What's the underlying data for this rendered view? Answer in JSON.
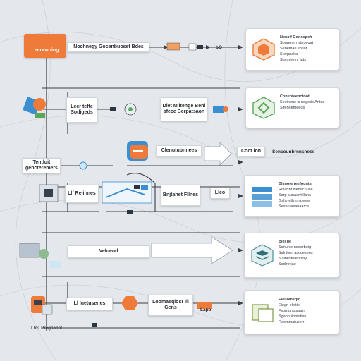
{
  "rows": [
    {
      "label_top": "Lecrawuing",
      "mid_box": "Nochnegy Gocenbuoset Bdes",
      "small_label": "bO",
      "card_lines": [
        "Nexolf Gonnepeh",
        "Sonrenen nbruegat",
        "Sehemae sotiat",
        "Sterpnalta",
        "Sqvrnhemr lats"
      ]
    },
    {
      "left_box": "Lecr tefte Sodigeds",
      "mid_box": "Diet Miltenge Benl sfece Berpatsaon",
      "card_lines": [
        "Conenteenctoot",
        "Seeinens is nagetie Antue",
        "Slfennemeeds"
      ]
    },
    {
      "left_box": "Tentluit gencteremers",
      "mid_box": "Clenutubnnees",
      "small_label": "Coct ion",
      "card_label": "Sencounbrnnsness"
    },
    {
      "left_box": "Llf Relinnes",
      "mid_box": "Bnjtahet Fllnes",
      "small_label": "Lleo",
      "card_lines": [
        "Blsnote reefounts",
        "Roiartnt Nemtcuuse",
        "Sorp sunaent Ilans",
        "Gsfsneth nntpesie",
        "Sesnruesanaarce"
      ]
    },
    {
      "mid_box": "Velnend",
      "card_lines": [
        "Blei ue",
        "Sanunie nooarbeig",
        "Salnitvnl ascueseos",
        "S lilnesteten tiny",
        "Sedinr iae"
      ]
    },
    {
      "left_box": "Ll luetusenes",
      "mid_box": "Loomasqiosr Ill Gens",
      "small_label": "Lapo",
      "card_lines": [
        "Eleuomsqio",
        "Eiegn eloltie",
        "Fsomontastarn",
        "Sgannuiontatisn",
        "Reommatuserr"
      ]
    }
  ],
  "footer_label": "Lbts Pregnannt",
  "colors": {
    "accent": "#ef7b3a",
    "background": "#e4e7eb",
    "line": "#3a4048",
    "blue": "#3b8fd0",
    "green": "#5aa65a"
  },
  "icon_names": [
    "cube-icon",
    "recycle-icon",
    "layers-icon",
    "stack-icon",
    "box-icon"
  ]
}
